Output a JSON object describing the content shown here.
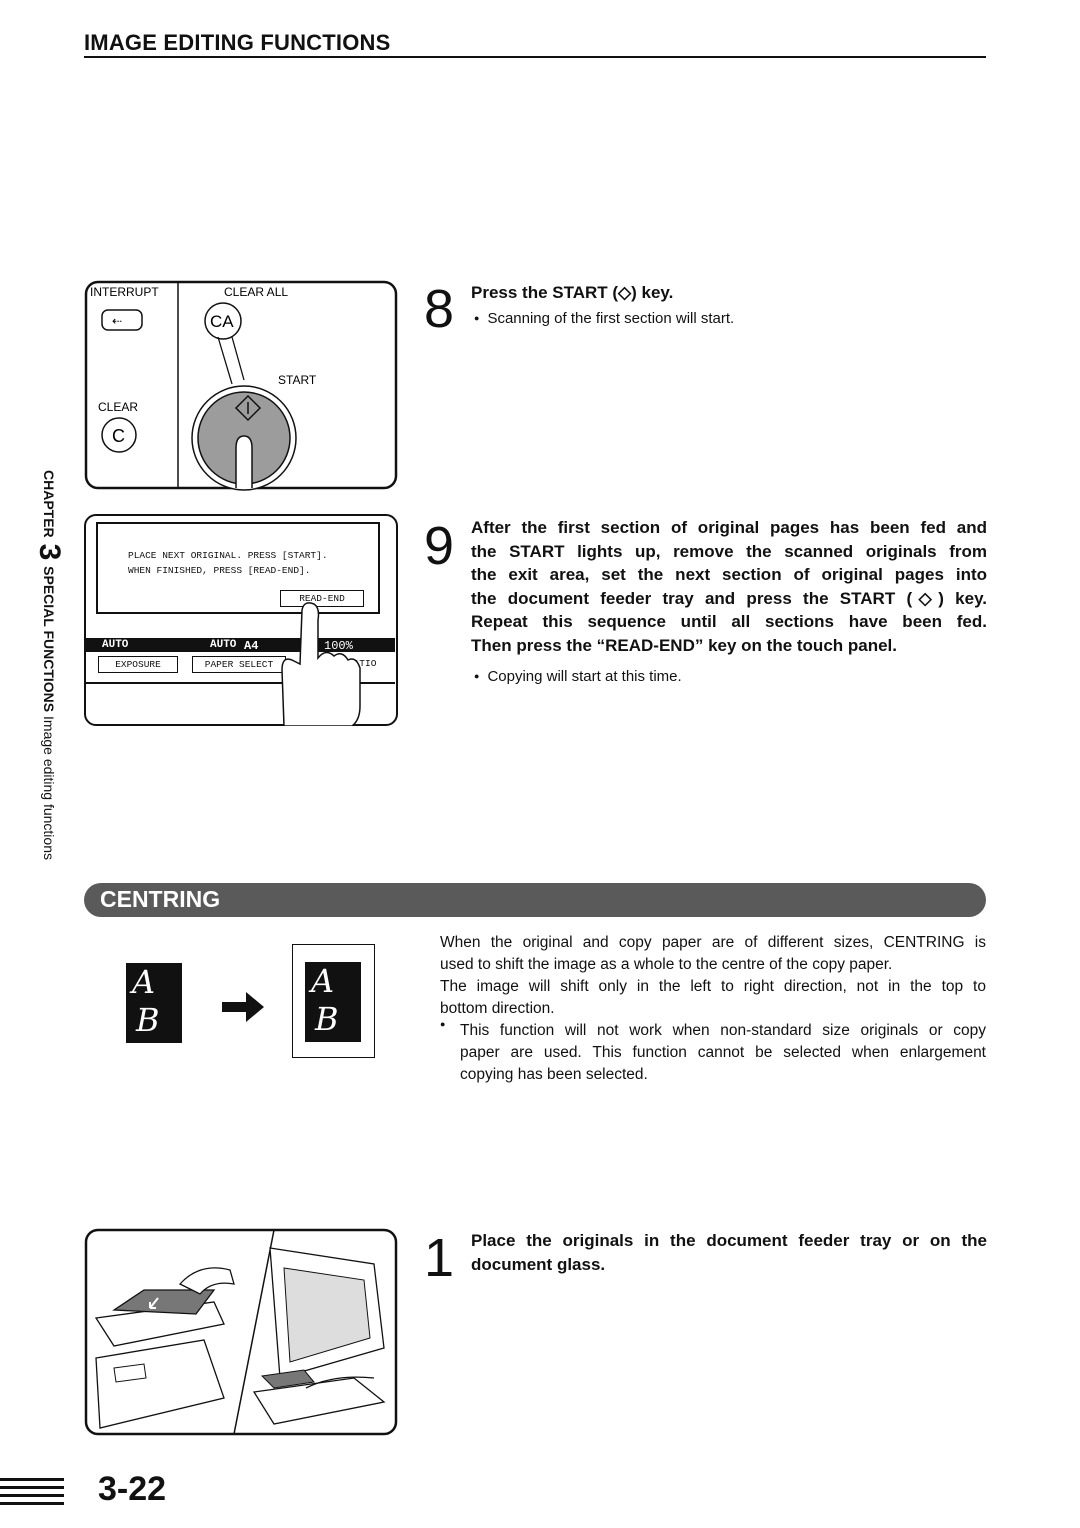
{
  "header": {
    "title": "IMAGE EDITING FUNCTIONS"
  },
  "sidebar": {
    "chapter_word": "CHAPTER",
    "chapter_num": "3",
    "section": "SPECIAL FUNCTIONS",
    "subsection": "Image editing functions"
  },
  "panel": {
    "interrupt": "INTERRUPT",
    "clear_all": "CLEAR ALL",
    "ca": "CA",
    "start": "START",
    "clear": "CLEAR",
    "c": "C"
  },
  "touch_panel": {
    "msg1": "PLACE NEXT ORIGINAL. PRESS [START].",
    "msg2": "WHEN FINISHED, PRESS [READ-END].",
    "read_end": "READ-END",
    "auto1": "AUTO",
    "auto2": "AUTO",
    "paper": "A4",
    "ratio": "100%",
    "exposure": "EXPOSURE",
    "paper_select": "PAPER SELECT",
    "copy_ratio": "ATIO"
  },
  "step8": {
    "num": "8",
    "head": "Press the START (◇) key.",
    "bullet": "Scanning of the first section will start."
  },
  "step9": {
    "num": "9",
    "head_lines": [
      "After the first section of original pages has been fed and",
      "the START lights up, remove the scanned originals from",
      "the exit area, set the next section of original pages into",
      "the document feeder tray and press the START (◇) key.",
      "Repeat this sequence until all sections have been fed.",
      "Then press the “READ-END” key on the touch panel."
    ],
    "bullet": "Copying will start at this time."
  },
  "centring": {
    "title": "CENTRING",
    "letters": [
      "A",
      "B"
    ],
    "para_lines": [
      "When the original and copy paper are of different sizes, CENTRING is",
      "used to shift the image as a whole to the centre of the copy paper.",
      "The image will shift only in the left to right direction, not in the top to",
      "bottom direction."
    ],
    "bullet_lines": [
      "This function will not work when non-standard size originals or copy",
      "paper are used. This function cannot be selected when enlargement",
      "copying has been selected."
    ]
  },
  "step1": {
    "num": "1",
    "head_lines": [
      "Place the originals in the document feeder tray or on the",
      "document glass."
    ]
  },
  "footer": {
    "page": "3-22"
  }
}
